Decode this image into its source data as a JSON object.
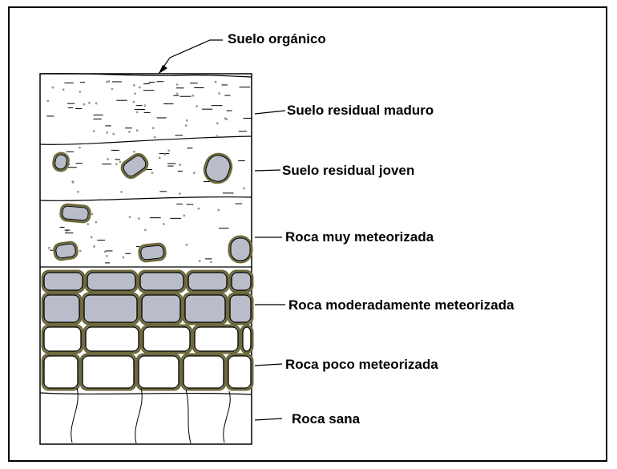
{
  "diagram": {
    "layers": [
      {
        "label": "Suelo orgánico"
      },
      {
        "label": "Suelo residual maduro"
      },
      {
        "label": "Suelo residual joven"
      },
      {
        "label": "Roca muy meteorizada"
      },
      {
        "label": "Roca moderadamente meteorizada"
      },
      {
        "label": "Roca poco meteorizada"
      },
      {
        "label": "Roca sana"
      }
    ],
    "colors": {
      "line": "#000000",
      "stone_fill": "#b9bcc9",
      "stone_rim": "#6f6a3e",
      "speck": "#9a9a88"
    }
  }
}
